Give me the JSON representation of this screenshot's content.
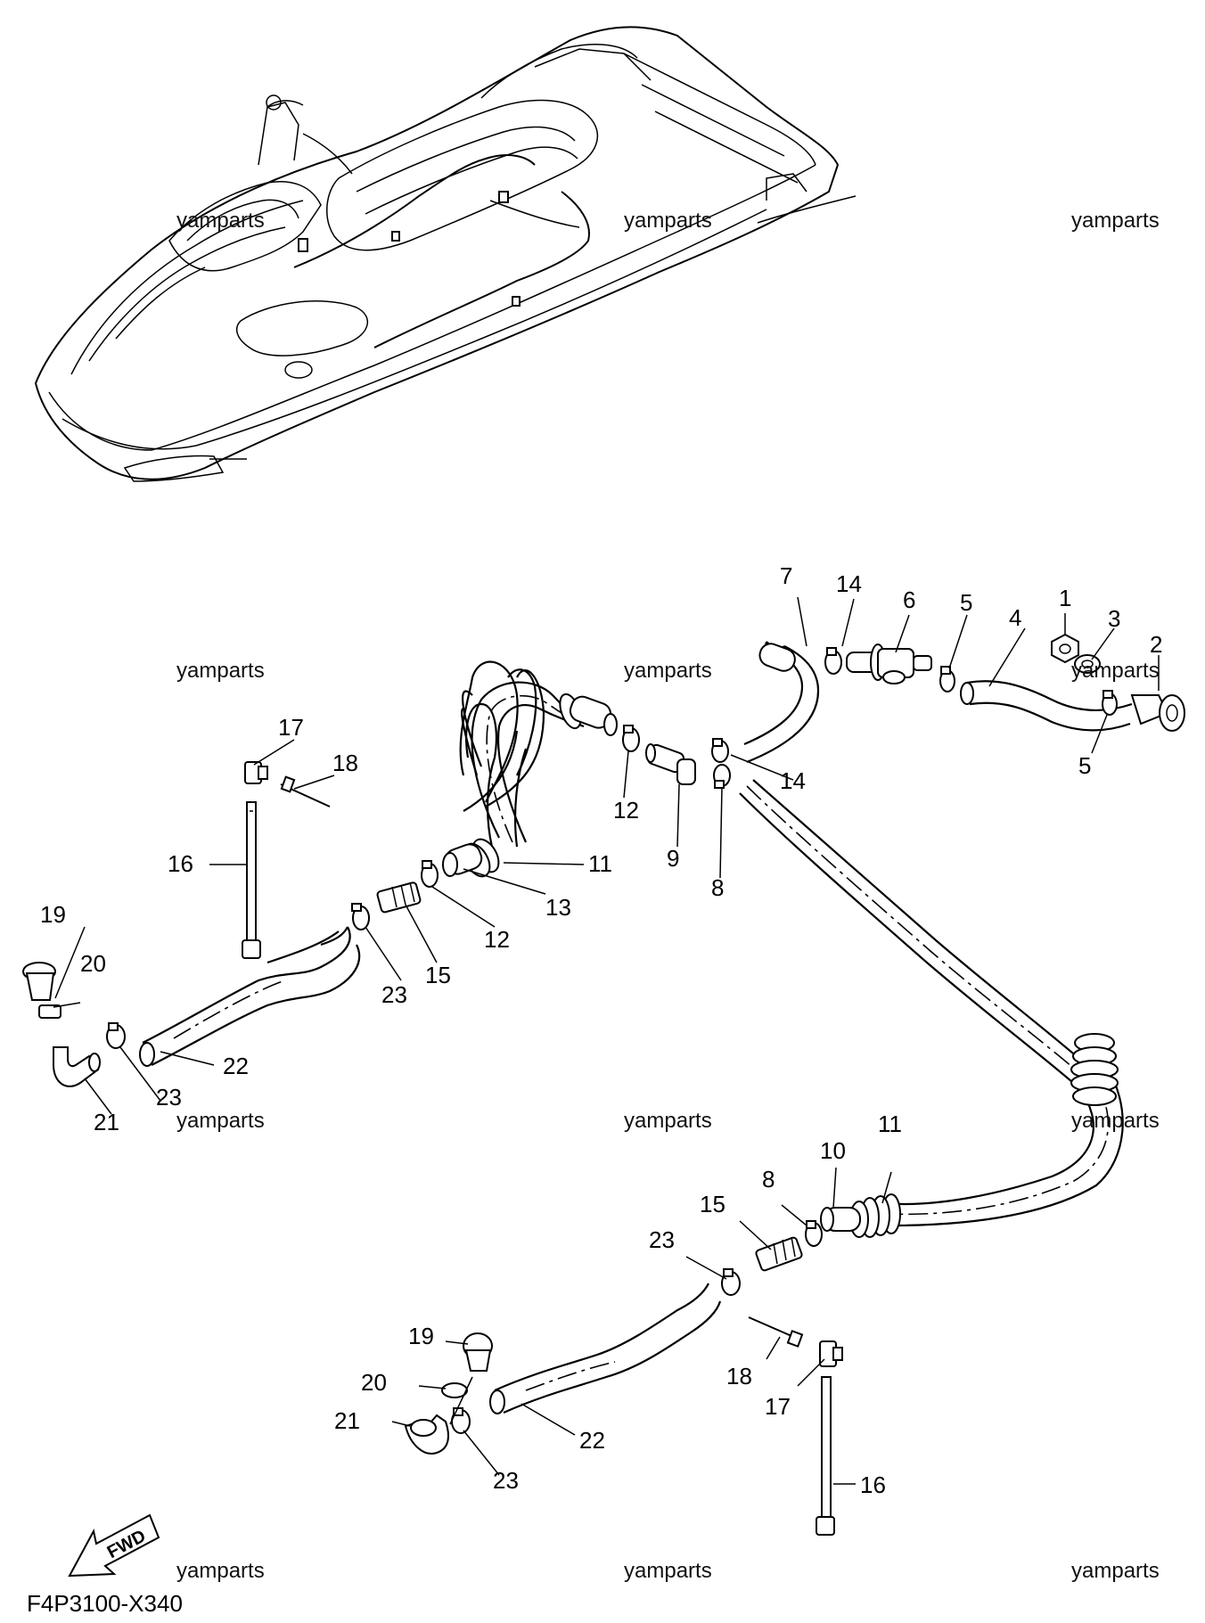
{
  "diagram": {
    "code": "F4P3100-X340",
    "fwd_label": "FWD",
    "watermark": "yamparts",
    "callouts": {
      "c1": "1",
      "c2": "2",
      "c3": "3",
      "c4": "4",
      "c5a": "5",
      "c5b": "5",
      "c6": "6",
      "c7": "7",
      "c8a": "8",
      "c8b": "8",
      "c9": "9",
      "c10": "10",
      "c11a": "11",
      "c11b": "11",
      "c12a": "12",
      "c12b": "12",
      "c13": "13",
      "c14a": "14",
      "c14b": "14",
      "c15a": "15",
      "c15b": "15",
      "c16a": "16",
      "c16b": "16",
      "c17a": "17",
      "c17b": "17",
      "c18a": "18",
      "c18b": "18",
      "c19a": "19",
      "c19b": "19",
      "c20a": "20",
      "c20b": "20",
      "c21a": "21",
      "c21b": "21",
      "c22a": "22",
      "c22b": "22",
      "c23a": "23",
      "c23b": "23",
      "c23c": "23",
      "c23d": "23"
    }
  }
}
